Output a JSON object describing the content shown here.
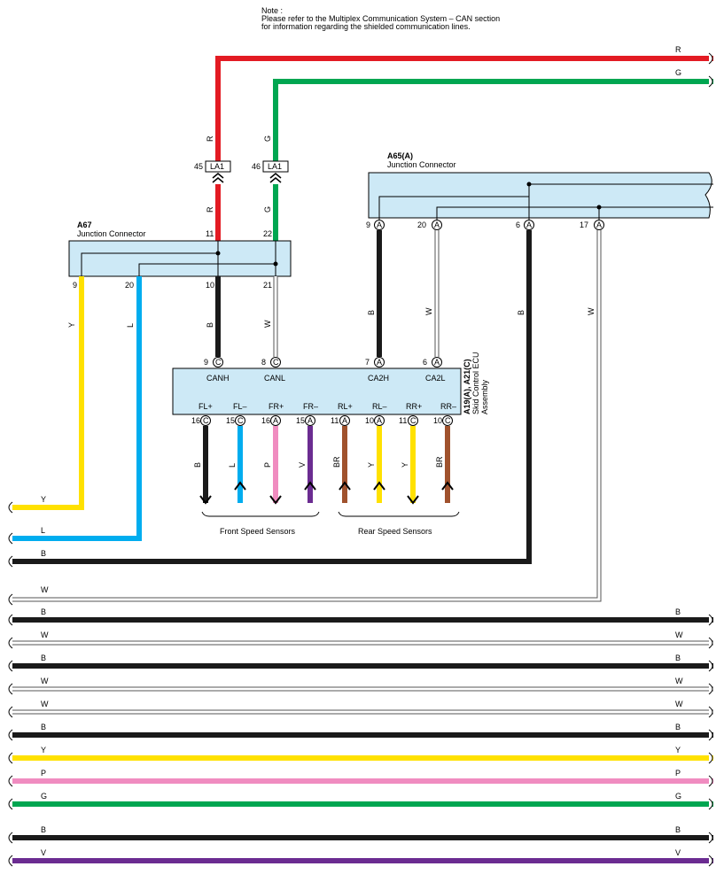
{
  "note": {
    "title": "Note :",
    "line1": "Please refer to the Multiplex Communication System – CAN section",
    "line2": "for information regarding the shielded communication lines."
  },
  "colors": {
    "R": "#e31b23",
    "G": "#00a651",
    "B": "#1a1a1a",
    "W": "#ffffff",
    "Y": "#ffe100",
    "L": "#00adef",
    "P": "#f08cc0",
    "V": "#6b2c91",
    "BR": "#a0522d",
    "connector_fill": "#cde9f6"
  },
  "connectors": {
    "a67": {
      "code": "A67",
      "name": "Junction Connector"
    },
    "a65": {
      "code": "A65(A)",
      "name": "Junction Connector"
    },
    "ecu": {
      "code": "A19(A), A21(C)",
      "name1": "Skid Control ECU",
      "name2": "Assembly"
    }
  },
  "la1": [
    {
      "pin": "45",
      "label": "LA1",
      "wire": "R"
    },
    {
      "pin": "46",
      "label": "LA1",
      "wire": "G"
    }
  ],
  "a67_pins": {
    "p11": "11",
    "p22": "22",
    "p9": "9",
    "p20": "20",
    "p10": "10",
    "p21": "21"
  },
  "a65_pins": [
    {
      "pin": "9",
      "tag": "A"
    },
    {
      "pin": "20",
      "tag": "A"
    },
    {
      "pin": "6",
      "tag": "A"
    },
    {
      "pin": "17",
      "tag": "A"
    }
  ],
  "ecu_top_pins": [
    {
      "pin": "9",
      "tag": "C",
      "name": "CANH"
    },
    {
      "pin": "8",
      "tag": "C",
      "name": "CANL"
    },
    {
      "pin": "7",
      "tag": "A",
      "name": "CA2H"
    },
    {
      "pin": "6",
      "tag": "A",
      "name": "CA2L"
    }
  ],
  "ecu_bottom_pins": [
    {
      "name": "FL+",
      "pin": "16",
      "tag": "C",
      "wire": "B"
    },
    {
      "name": "FL–",
      "pin": "15",
      "tag": "C",
      "wire": "L"
    },
    {
      "name": "FR+",
      "pin": "16",
      "tag": "A",
      "wire": "P"
    },
    {
      "name": "FR–",
      "pin": "15",
      "tag": "A",
      "wire": "V"
    },
    {
      "name": "RL+",
      "pin": "11",
      "tag": "A",
      "wire": "BR"
    },
    {
      "name": "RL–",
      "pin": "10",
      "tag": "A",
      "wire": "Y"
    },
    {
      "name": "RR+",
      "pin": "11",
      "tag": "C",
      "wire": "Y"
    },
    {
      "name": "RR–",
      "pin": "10",
      "tag": "C",
      "wire": "BR"
    }
  ],
  "sensor_groups": {
    "front": "Front Speed Sensors",
    "rear": "Rear Speed Sensors"
  },
  "wire_labels": {
    "R": "R",
    "G": "G",
    "B": "B",
    "W": "W",
    "Y": "Y",
    "L": "L",
    "P": "P",
    "V": "V",
    "BR": "BR"
  },
  "bottom_buses": [
    {
      "left": "B",
      "right": "B",
      "color": "B"
    },
    {
      "left": "W",
      "right": "W",
      "color": "W"
    },
    {
      "left": "B",
      "right": "B",
      "color": "B"
    },
    {
      "left": "W",
      "right": "W",
      "color": "W"
    },
    {
      "left": "W",
      "right": "W",
      "color": "W"
    },
    {
      "left": "B",
      "right": "B",
      "color": "B"
    },
    {
      "left": "Y",
      "right": "Y",
      "color": "Y"
    },
    {
      "left": "P",
      "right": "P",
      "color": "P"
    },
    {
      "left": "G",
      "right": "G",
      "color": "G"
    },
    {
      "left": "B",
      "right": "B",
      "color": "B"
    },
    {
      "left": "V",
      "right": "V",
      "color": "V"
    }
  ]
}
